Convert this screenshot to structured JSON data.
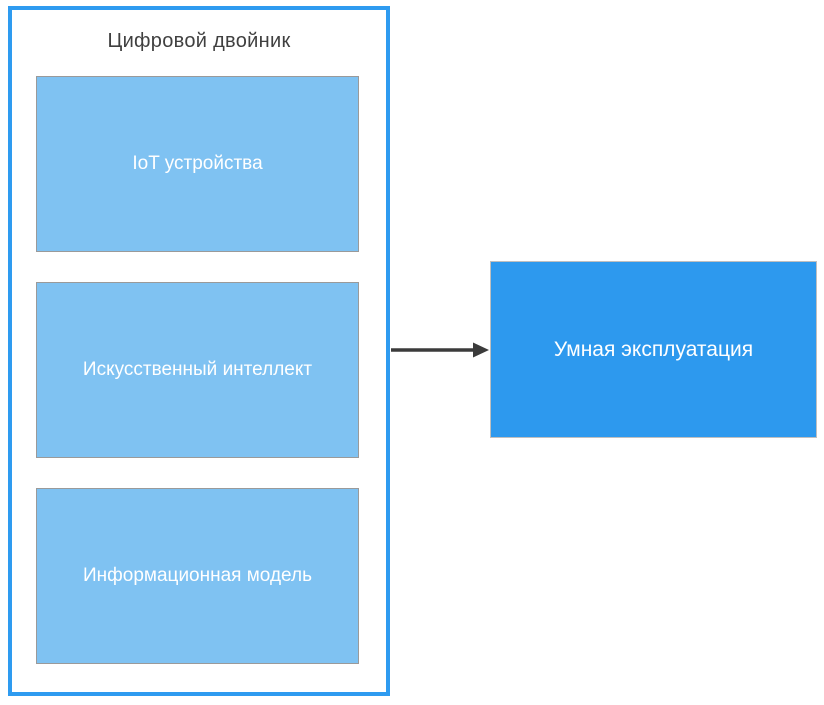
{
  "diagram": {
    "container": {
      "title": "Цифровой двойник",
      "items": [
        {
          "label": "IoT устройства"
        },
        {
          "label": "Искусственный интеллект"
        },
        {
          "label": "Информационная модель"
        }
      ]
    },
    "arrow": {
      "direction": "right",
      "from": "Цифровой двойник",
      "to": "Умная эксплуатация"
    },
    "result": {
      "label": "Умная эксплуатация"
    },
    "colors": {
      "container_border_blue": "#2e9bf0",
      "inner_box_fill": "#7fc2f2",
      "inner_box_border": "#9a9a9a",
      "result_box_fill": "#2d99ee",
      "result_box_border": "#bfbfbf",
      "title_text": "#404040",
      "box_text": "#ffffff",
      "arrow": "#3b3b3b",
      "background": "#ffffff"
    }
  }
}
